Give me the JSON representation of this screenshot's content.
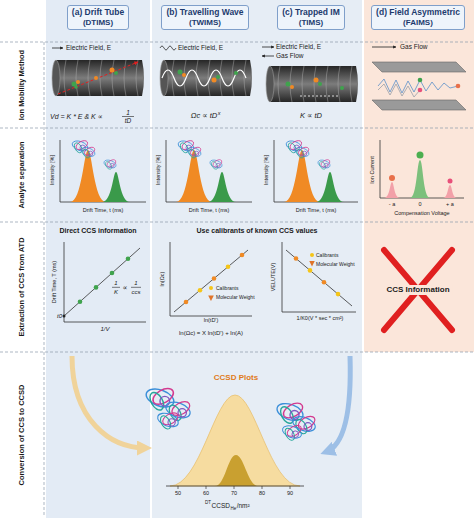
{
  "diagram": {
    "nodes": [
      {
        "text": [
          "(a) Drift Tube",
          "(DTIMS)"
        ]
      },
      {
        "text": [
          "(b) Travelling Wave",
          "(TWIMS)"
        ]
      },
      {
        "text": [
          "(c) Trapped IM",
          "(TIMS)"
        ]
      },
      {
        "text": [
          "(d) Field Asymmetric",
          "(FAIMS)"
        ]
      }
    ],
    "labels": [
      "Ion Mobility Method",
      "Analyte separation",
      "Extraction of CCS from ATD",
      "Conversion of CCS to CCSD",
      "Electric Field, E",
      "Vd = K * E & K ∝",
      "1",
      "tD",
      "Electric Field, E",
      "Ωc ∝ tD",
      "x",
      "Electric Field, E",
      "Gas Flow",
      "K ∝ tD",
      "Gas Flow",
      "Intensity [%]",
      "Drift Time, t (ms)",
      "Intensity [%]",
      "Drift Time, t (ms)",
      "Intensity [%]",
      "Drift Time, t (ms)",
      "Ion Current",
      "Compensation Voltage",
      "- a",
      "0",
      "+ a",
      "Direct CCS information",
      "Drift Time, T (ms)",
      "1",
      "K",
      "∝",
      "1",
      "ccs",
      "t0",
      "1/V",
      "Use calibrants of known CCS values",
      "ln(Ωc)",
      "ln(tD')",
      "ln(Ωc) = X ln(tD') + ln(A)",
      "VELUTE(V)",
      "1/K0(V * sec * cm²)",
      "CCS Information",
      "CCSD Plots",
      "50",
      "60",
      "70",
      "80",
      "90",
      "DT",
      "CCSD",
      "He",
      "/nm²"
    ],
    "legend": [
      {
        "text": "Calibrants"
      },
      {
        "text": "Molecular Weight"
      },
      {
        "text": "Calibrants"
      },
      {
        "text": "Molecular Weight"
      }
    ]
  }
}
